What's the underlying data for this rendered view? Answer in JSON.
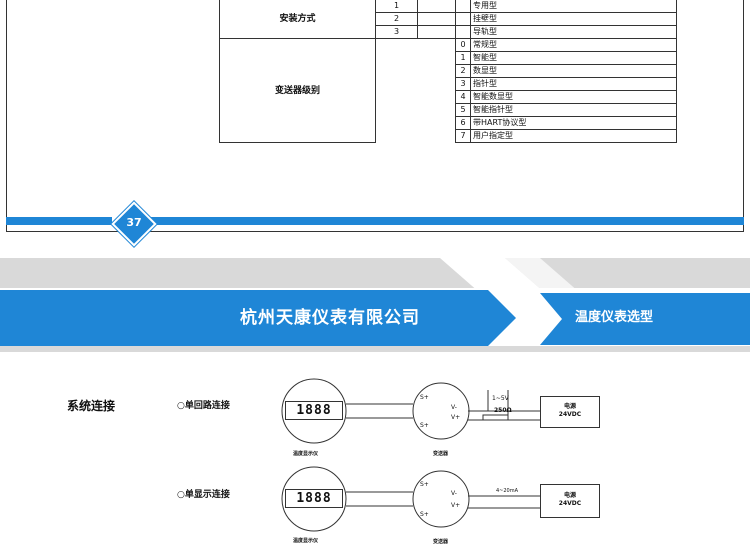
{
  "spec_table": {
    "install_label": "安装方式",
    "install_rows": [
      {
        "code": "1",
        "desc": "专用型"
      },
      {
        "code": "2",
        "desc": "挂壁型"
      },
      {
        "code": "3",
        "desc": "导轨型"
      }
    ],
    "level_label": "变送器级别",
    "level_rows": [
      {
        "code": "0",
        "desc": "常规型"
      },
      {
        "code": "1",
        "desc": "智能型"
      },
      {
        "code": "2",
        "desc": "数显型"
      },
      {
        "code": "3",
        "desc": "指针型"
      },
      {
        "code": "4",
        "desc": "智能数显型"
      },
      {
        "code": "5",
        "desc": "智能指针型"
      },
      {
        "code": "6",
        "desc": "带HART协议型"
      },
      {
        "code": "7",
        "desc": "用户指定型"
      }
    ]
  },
  "page_number": "37",
  "banner": {
    "company": "杭州天康仪表有限公司",
    "section": "温度仪表选型",
    "accent_color": "#1f86d6"
  },
  "connection": {
    "title": "系统连接",
    "diagrams": [
      {
        "option": "○单回路连接",
        "display_readout": "1888",
        "display_label": "温度显示仪",
        "transmitter_label": "变送器",
        "terminals": [
          "S+",
          "S+",
          "V-",
          "V+"
        ],
        "resistor": "250Ω",
        "signal": "1~5V",
        "psu_title": "电源",
        "psu_voltage": "24VDC",
        "minus": "-",
        "plus": "+"
      },
      {
        "option": "○单显示连接",
        "display_readout": "1888",
        "display_label": "温度显示仪",
        "transmitter_label": "变送器",
        "terminals": [
          "S+",
          "S+",
          "V-",
          "V+"
        ],
        "signal": "4~20mA",
        "psu_title": "电源",
        "psu_voltage": "24VDC",
        "minus": "-",
        "plus": "+"
      }
    ]
  }
}
